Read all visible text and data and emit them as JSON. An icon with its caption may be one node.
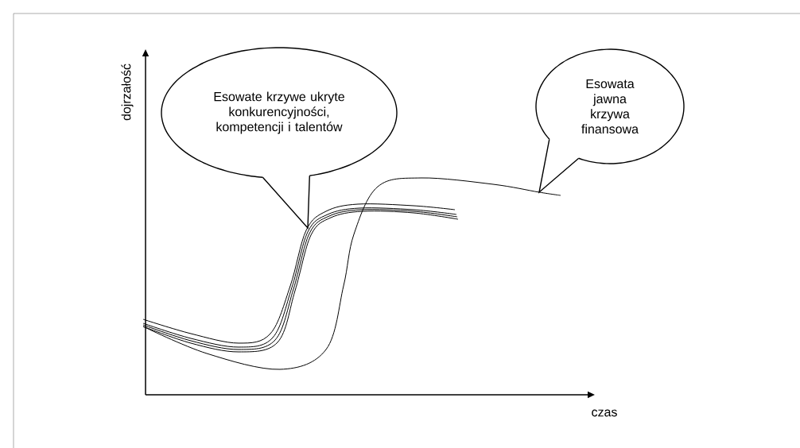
{
  "diagram": {
    "nodes": [
      {
        "text": [
          "Esowate krzywe ukryte konkurencyjności, kompetencji i talentów"
        ]
      },
      {
        "text": [
          "Esowata jawna krzywa finansowa"
        ]
      }
    ],
    "edges": [
      {
        "from": 0,
        "to": null,
        "arrow": "none"
      },
      {
        "from": 1,
        "to": null,
        "arrow": "none"
      }
    ],
    "labels": [
      "dojrzałość",
      "czas"
    ]
  }
}
